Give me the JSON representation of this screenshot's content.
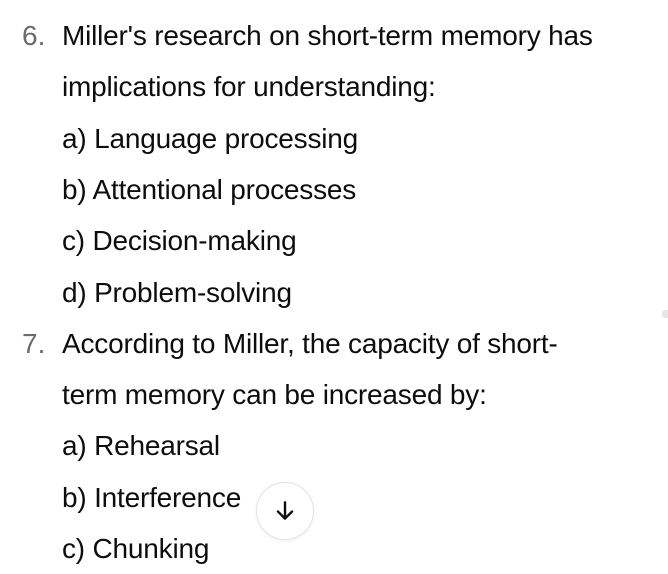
{
  "questions": [
    {
      "number": "6.",
      "lines": [
        "Miller's research on short-term memory has",
        "implications for understanding:"
      ],
      "options": [
        "a) Language processing",
        "b) Attentional processes",
        "c) Decision-making",
        "d) Problem-solving"
      ]
    },
    {
      "number": "7.",
      "lines": [
        "According to Miller, the capacity of short-",
        "term memory can be increased by:"
      ],
      "options": [
        "a) Rehearsal",
        "b) Interference",
        "c) Chunking"
      ]
    }
  ],
  "scroll_button": {
    "icon": "arrow-down-icon"
  }
}
